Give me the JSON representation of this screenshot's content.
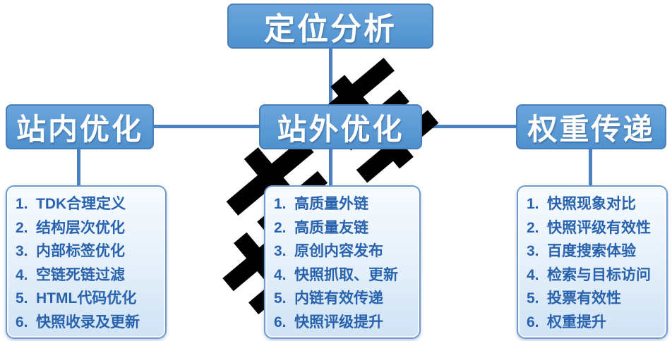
{
  "colors": {
    "node_fill": "#5b9bd5",
    "node_border": "#4a7ebb",
    "connector": "#4a80c4",
    "panel_fill": "#e4effa",
    "panel_border": "#6d9ad0",
    "item_text": "#2a63ad",
    "node_text": "#ffffff",
    "watermark": "#000000"
  },
  "root": {
    "label": "定位分析"
  },
  "branches": [
    {
      "label": "站内优化",
      "items": [
        {
          "n": "1.",
          "t": "TDK合理定义"
        },
        {
          "n": "2.",
          "t": "结构层次优化"
        },
        {
          "n": "3.",
          "t": "内部标签优化"
        },
        {
          "n": "4.",
          "t": "空链死链过滤"
        },
        {
          "n": "5.",
          "t": "HTML代码优化"
        },
        {
          "n": "6.",
          "t": "快照收录及更新"
        }
      ]
    },
    {
      "label": "站外优化",
      "items": [
        {
          "n": "1.",
          "t": "高质量外链"
        },
        {
          "n": "2.",
          "t": "高质量友链"
        },
        {
          "n": "3.",
          "t": "原创内容发布"
        },
        {
          "n": "4.",
          "t": "快照抓取、更新"
        },
        {
          "n": "5.",
          "t": "内链有效传递"
        },
        {
          "n": "6.",
          "t": "快照评级提升"
        }
      ]
    },
    {
      "label": "权重传递",
      "items": [
        {
          "n": "1.",
          "t": "快照现象对比"
        },
        {
          "n": "2.",
          "t": "快照评级有效性"
        },
        {
          "n": "3.",
          "t": "百度搜索体验"
        },
        {
          "n": "4.",
          "t": "检索与目标访问"
        },
        {
          "n": "5.",
          "t": "投票有效性"
        },
        {
          "n": "6.",
          "t": "权重提升"
        }
      ]
    }
  ]
}
